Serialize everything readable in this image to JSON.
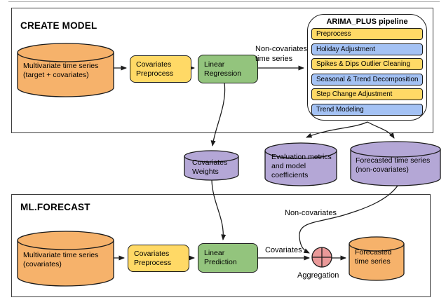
{
  "colors": {
    "orange": "#F6B26B",
    "yellow": "#FFD966",
    "green": "#93C47D",
    "blue": "#A4C2F4",
    "purple": "#B4A7D6",
    "aggregation_red": "#EA9999",
    "outline": "#1a1a1a"
  },
  "sections": {
    "create_model": {
      "title": "CREATE MODEL"
    },
    "ml_forecast": {
      "title": "ML.FORECAST"
    }
  },
  "pipeline": {
    "title": "ARIMA_PLUS pipeline",
    "steps": [
      {
        "label": "Preprocess",
        "color": "yellow"
      },
      {
        "label": "Holiday Adjustment",
        "color": "blue"
      },
      {
        "label": "Spikes & Dips Outlier Cleaning",
        "color": "yellow"
      },
      {
        "label": "Seasonal & Trend Decomposition",
        "color": "blue"
      },
      {
        "label": "Step Change Adjustment",
        "color": "yellow"
      },
      {
        "label": "Trend Modeling",
        "color": "blue"
      }
    ]
  },
  "nodes": {
    "cm_input": {
      "text": "Multivariate time series\n(target + covariates)"
    },
    "cm_preprocess": {
      "text": "Covariates\nPreprocess"
    },
    "cm_regression": {
      "text": "Linear\nRegression"
    },
    "covariates_weights": {
      "text": "Covariates\nWeights"
    },
    "eval_metrics": {
      "text": "Evaluation metrics\nand model\ncoefficients"
    },
    "forecast_noncov": {
      "text": "Forecasted time series\n(non-covariates)"
    },
    "mf_input": {
      "text": "Multivariate time series\n(covariates)"
    },
    "mf_preprocess": {
      "text": "Covariates\nPreprocess"
    },
    "mf_prediction": {
      "text": "Linear\nPrediction"
    },
    "mf_output": {
      "text": "Forecasted\ntime series"
    }
  },
  "edge_labels": {
    "noncov_time_series": "Non-covariates\ntime series",
    "non_covariates": "Non-covariates",
    "covariates": "Covariates",
    "aggregation": "Aggregation"
  }
}
